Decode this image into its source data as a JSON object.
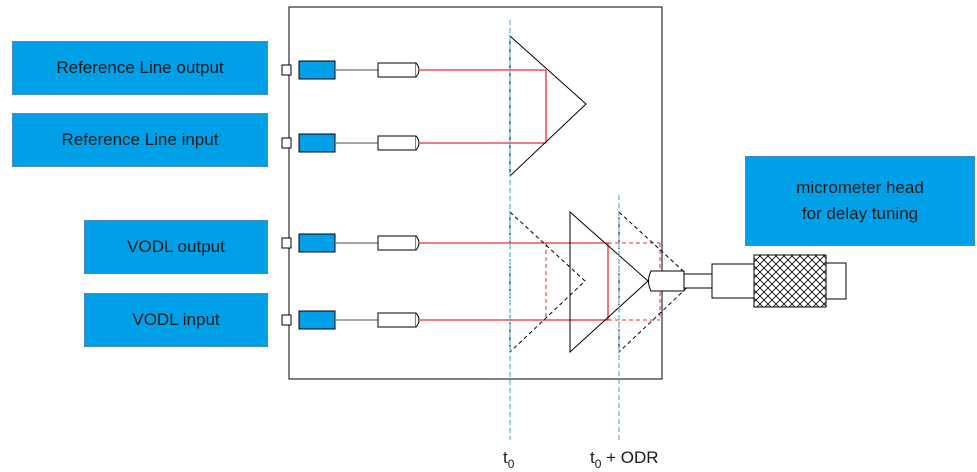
{
  "labels": {
    "reference_output": "Reference Line output",
    "reference_input": "Reference Line input",
    "vodl_output": "VODL output",
    "vodl_input": "VODL input",
    "micrometer_line1": "micrometer head",
    "micrometer_line2": "for delay tuning"
  },
  "time_markers": {
    "t0_base": "t",
    "t0_sub": "0",
    "t0_odr_base": "t",
    "t0_odr_sub": "0",
    "t0_odr_suffix": " + ODR"
  },
  "colors": {
    "box_fill": "#00a0e8",
    "beam": "#e03030",
    "guide_line": "#3aa0d8",
    "outline": "#000000"
  }
}
